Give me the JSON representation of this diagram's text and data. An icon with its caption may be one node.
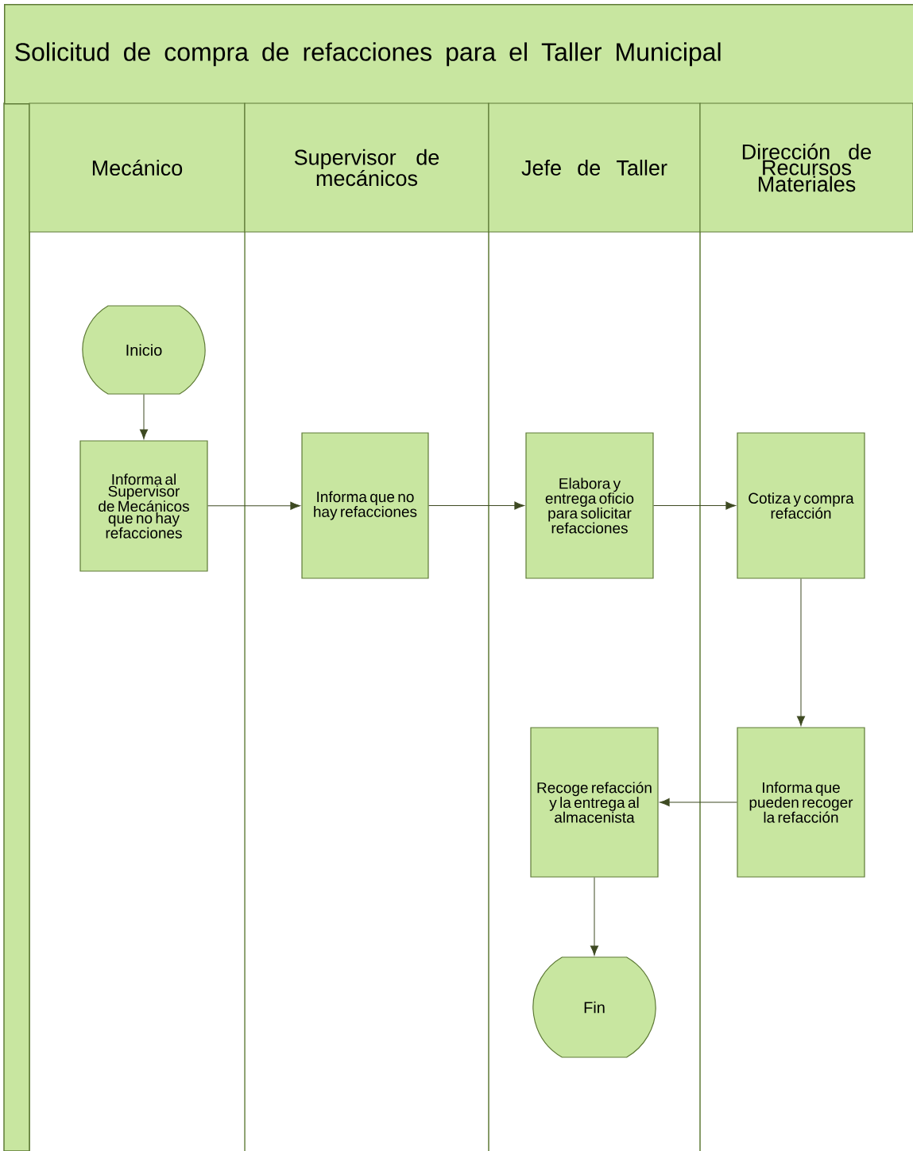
{
  "diagram": {
    "title": "Solicitud de compra de refacciones para el Taller Municipal",
    "nodes": [
      {
        "text": [
          "Mecánico"
        ]
      },
      {
        "text": [
          "Supervisor de mecánicos"
        ]
      },
      {
        "text": [
          "Jefe de Taller"
        ]
      },
      {
        "text": [
          "Dirección de Recursos Materiales"
        ]
      },
      {
        "text": [
          "Inicio"
        ]
      },
      {
        "text": [
          "Informa al Supervisor de Mecánicos que no hay refacciones"
        ]
      },
      {
        "text": [
          "Informa que no hay refacciones"
        ]
      },
      {
        "text": [
          "Elabora y entrega oficio para solicitar refacciones"
        ]
      },
      {
        "text": [
          "Cotiza y compra refacción"
        ]
      },
      {
        "text": [
          "Informa que pueden recoger la refacción"
        ]
      },
      {
        "text": [
          "Recoge refacción y la entrega al almacenista"
        ]
      },
      {
        "text": [
          "Fin"
        ]
      }
    ],
    "edges": [
      {
        "from": 4,
        "to": 5,
        "arrow": "to"
      },
      {
        "from": 5,
        "to": 6,
        "arrow": "to"
      },
      {
        "from": 6,
        "to": 7,
        "arrow": "to"
      },
      {
        "from": 7,
        "to": 8,
        "arrow": "to"
      },
      {
        "from": 8,
        "to": 9,
        "arrow": "to"
      },
      {
        "from": 9,
        "to": 10,
        "arrow": "to"
      },
      {
        "from": 10,
        "to": 11,
        "arrow": "to"
      }
    ]
  }
}
